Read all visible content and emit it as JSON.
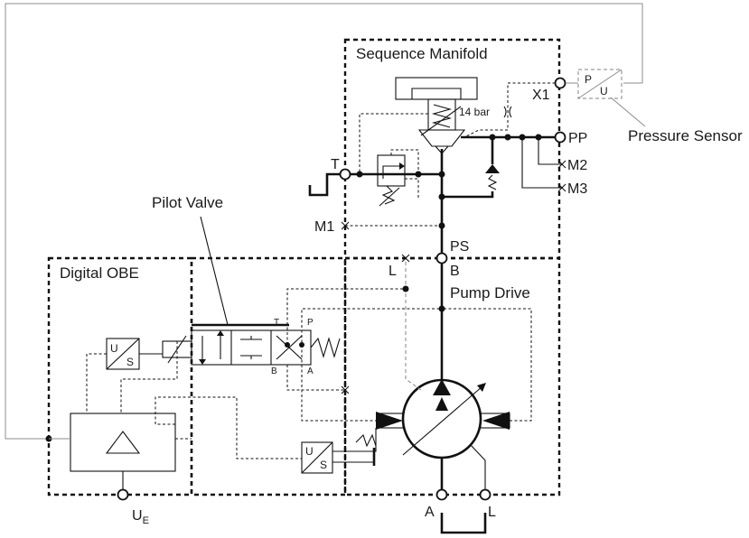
{
  "diagram": {
    "sequence_manifold": {
      "title": "Sequence Manifold"
    },
    "pump_drive": {
      "title": "Pump Drive"
    },
    "digital_obe": {
      "title": "Digital OBE"
    },
    "pilot_valve": {
      "title": "Pilot Valve",
      "ports": {
        "t": "T",
        "p": "P",
        "b": "B",
        "a": "A"
      }
    },
    "pressure_sensor": {
      "title": "Pressure Sensor",
      "p": "P",
      "u": "U"
    },
    "sensor_u": "U",
    "sensor_s": "S",
    "spring_setting": "14 bar",
    "ports": {
      "t": "T",
      "x1": "X1",
      "pp": "PP",
      "m1": "M1",
      "m2": "M2",
      "m3": "M3",
      "ps": "PS",
      "b": "B",
      "l_top": "L",
      "a_bottom": "A",
      "l_bottom": "L",
      "ue_main": "U",
      "ue_sub": "E"
    }
  }
}
